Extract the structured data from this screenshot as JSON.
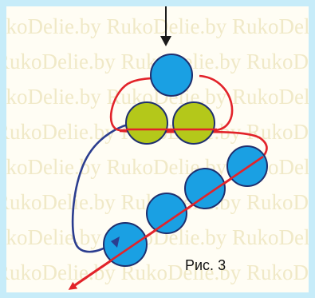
{
  "colors": {
    "border": "#c7ecf9",
    "background": "#fffdf4",
    "watermark": "#efe7c3",
    "bead_blue": "#1aa0e3",
    "bead_green": "#b4c81a",
    "bead_outline": "#1f2f6e",
    "thread_red": "#e2232a",
    "thread_blue": "#2b3d8f",
    "arrow_black": "#1a1a1a"
  },
  "watermark": {
    "text": "RukoDelie.by"
  },
  "diagram": {
    "caption": "Рис. 3",
    "beads": [
      {
        "id": "top-blue-bead",
        "color": "blue"
      },
      {
        "id": "green-bead-left",
        "color": "green"
      },
      {
        "id": "green-bead-right",
        "color": "green"
      },
      {
        "id": "diagonal-blue-bead-1",
        "color": "blue"
      },
      {
        "id": "diagonal-blue-bead-2",
        "color": "blue"
      },
      {
        "id": "diagonal-blue-bead-3",
        "color": "blue"
      },
      {
        "id": "diagonal-blue-bead-4",
        "color": "blue"
      },
      {
        "id": "diagonal-blue-bead-5",
        "color": "blue"
      }
    ]
  }
}
